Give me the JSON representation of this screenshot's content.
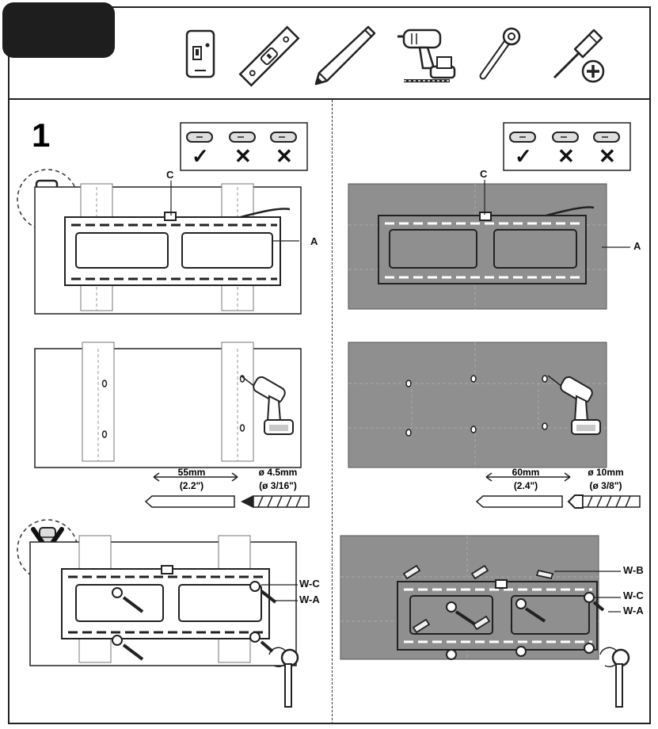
{
  "step_number": "1",
  "tools": [
    "stud-finder-icon",
    "level-icon",
    "pencil-icon",
    "drill-icon",
    "socket-wrench-icon",
    "phillips-screwdriver-icon"
  ],
  "level_check": {
    "marks": [
      "✓",
      "✕",
      "✕"
    ]
  },
  "callouts": {
    "c": "C",
    "a": "A",
    "wc": "W-C",
    "wa": "W-A",
    "wb": "W-B"
  },
  "wood": {
    "spacing": "55mm",
    "spacing_in": "(2.2\")",
    "bit": "ø 4.5mm",
    "bit_in": "(ø 3/16\")"
  },
  "concrete": {
    "spacing": "60mm",
    "spacing_in": "(2.4\")",
    "bit": "ø 10mm",
    "bit_in": "(ø 3/8\")"
  },
  "colors": {
    "ink": "#222222",
    "concrete": "#8f8f8f",
    "tab": "#1e1e1e"
  }
}
